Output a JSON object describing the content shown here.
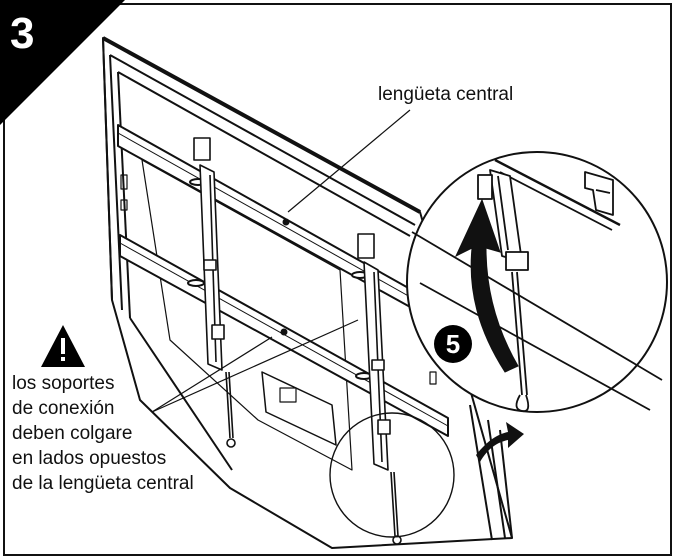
{
  "step_number": "3",
  "sub_step_number": "5",
  "labels": {
    "center_tab": "lengüeta central",
    "warning_lines": [
      "los soportes",
      "de conexión",
      "deben colgare",
      "en lados opuestos",
      "de la lengüeta central"
    ]
  },
  "icons": {
    "warning": "warning-triangle-icon",
    "arrow": "curved-arrow-icon"
  },
  "colors": {
    "ink": "#111111",
    "paper": "#ffffff",
    "label_bg": "#000000"
  }
}
